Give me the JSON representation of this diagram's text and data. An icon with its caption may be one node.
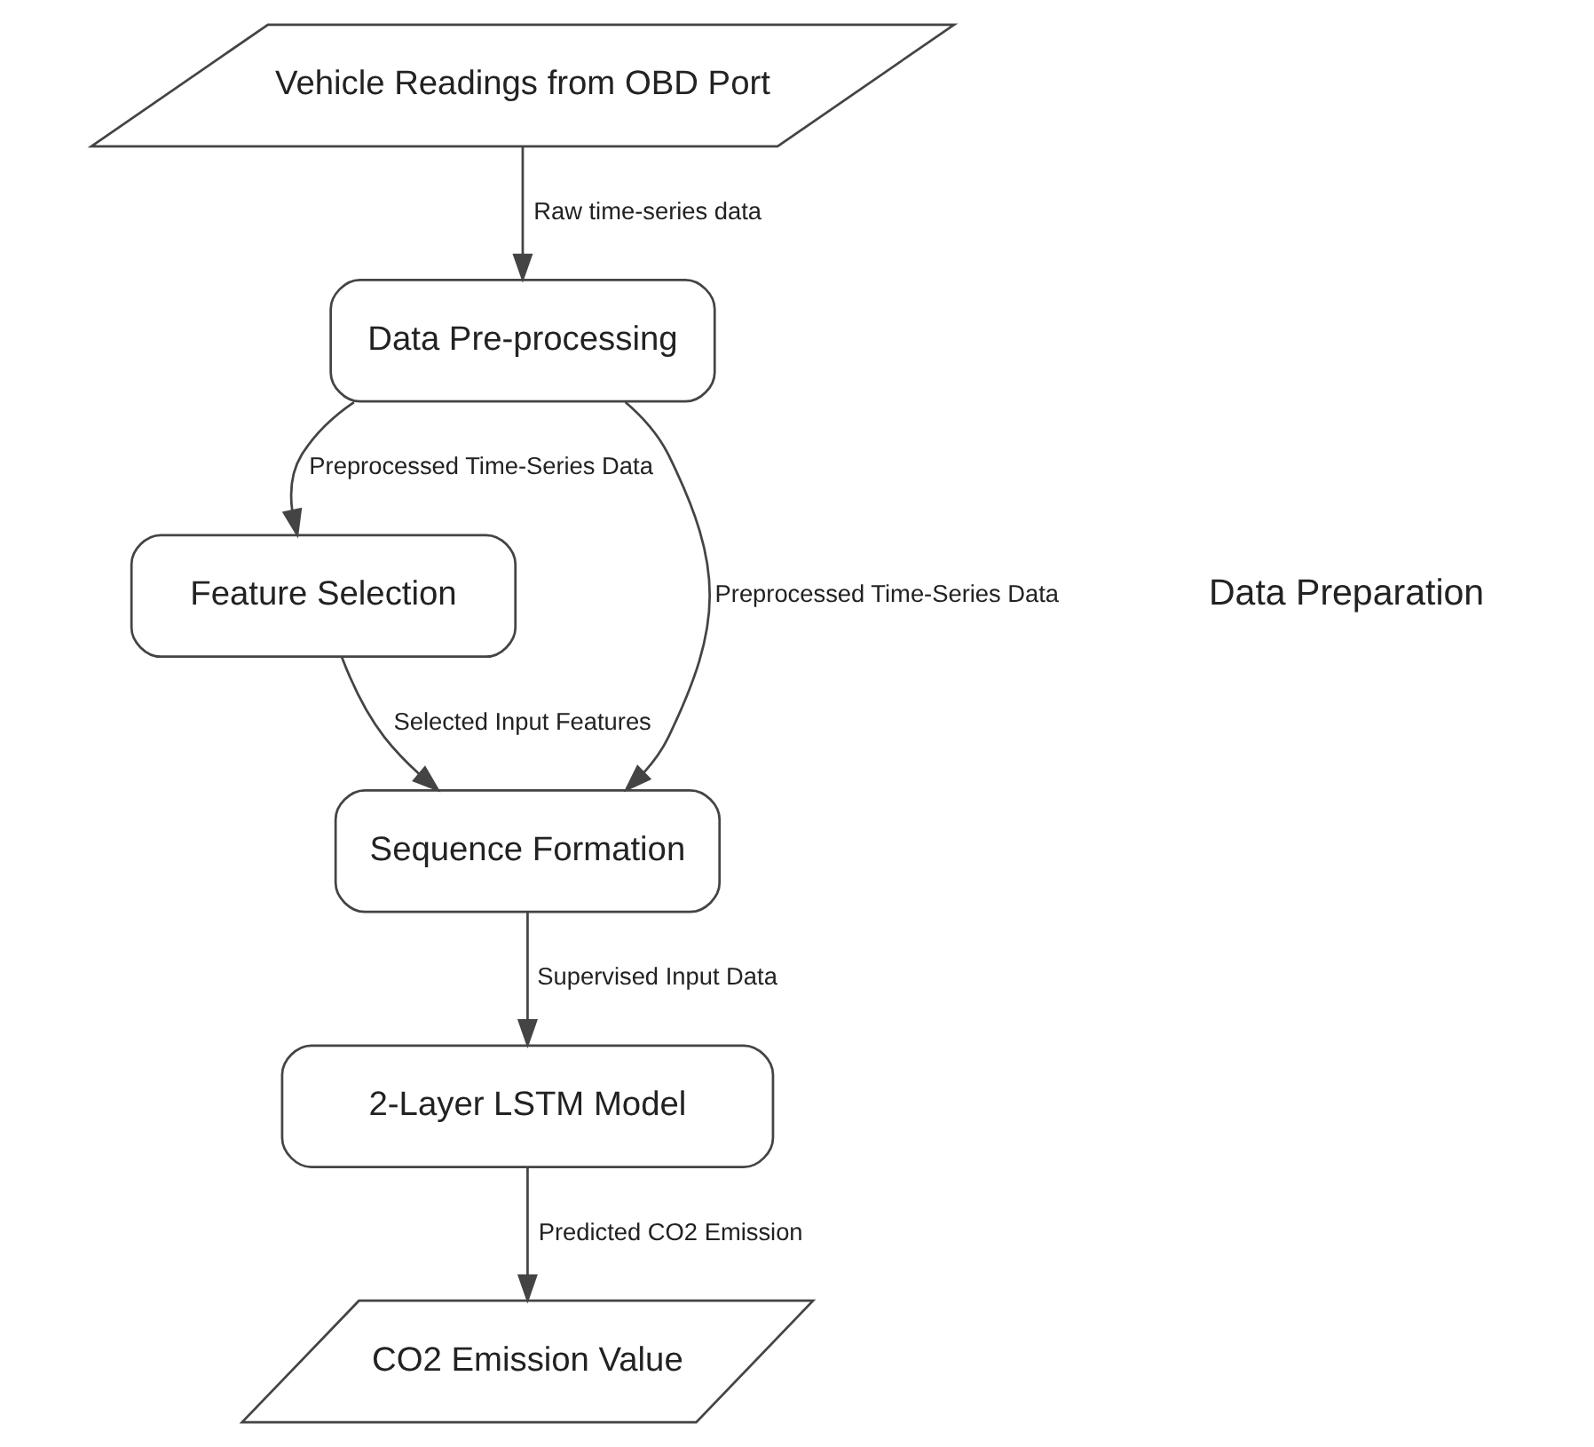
{
  "diagram": {
    "nodes": [
      {
        "text": [
          "Vehicle Readings from OBD Port"
        ]
      },
      {
        "text": [
          "Data Pre-processing"
        ]
      },
      {
        "text": [
          "Feature Selection"
        ]
      },
      {
        "text": [
          "Sequence Formation"
        ]
      },
      {
        "text": [
          "2-Layer LSTM Model"
        ]
      },
      {
        "text": [
          "CO2 Emission Value"
        ]
      }
    ],
    "edges": [
      {
        "from": 0,
        "to": 1,
        "arrow": "to",
        "label": "Raw time-series data"
      },
      {
        "from": 1,
        "to": 2,
        "arrow": "to",
        "label": "Preprocessed Time-Series Data"
      },
      {
        "from": 1,
        "to": 3,
        "arrow": "to",
        "label": "Preprocessed Time-Series Data"
      },
      {
        "from": 2,
        "to": 3,
        "arrow": "to",
        "label": "Selected Input Features"
      },
      {
        "from": 3,
        "to": 4,
        "arrow": "to",
        "label": "Supervised Input Data"
      },
      {
        "from": 4,
        "to": 5,
        "arrow": "to",
        "label": "Predicted CO2 Emission"
      }
    ],
    "labels": [
      "Data Preparation"
    ]
  }
}
